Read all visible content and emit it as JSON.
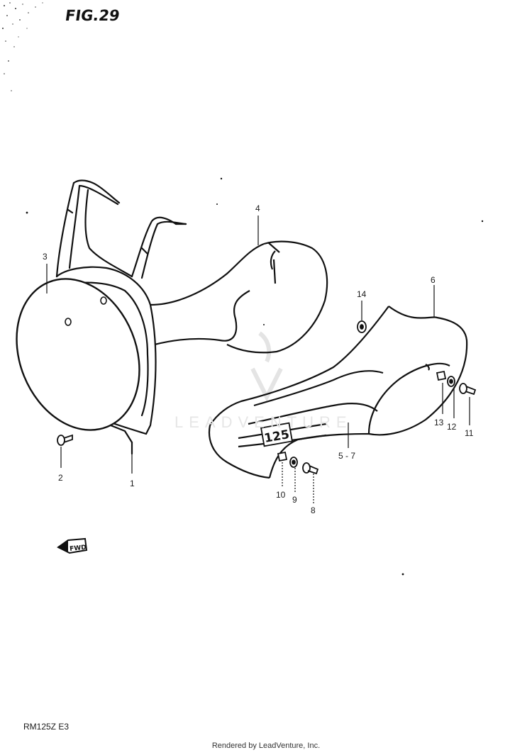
{
  "figure": {
    "title": "FIG.29",
    "model": "RM125Z  E3",
    "footer": "Rendered by LeadVenture, Inc.",
    "watermark": "LEADVENTURE",
    "arrow_label": "FWD",
    "decal_text": "125"
  },
  "callouts": [
    "1",
    "2",
    "3",
    "4",
    "5 - 7",
    "6",
    "8",
    "9",
    "10",
    "11",
    "12",
    "13",
    "14"
  ],
  "colors": {
    "ink": "#111111",
    "paper": "#ffffff",
    "watermark": "#e6e6e6"
  }
}
